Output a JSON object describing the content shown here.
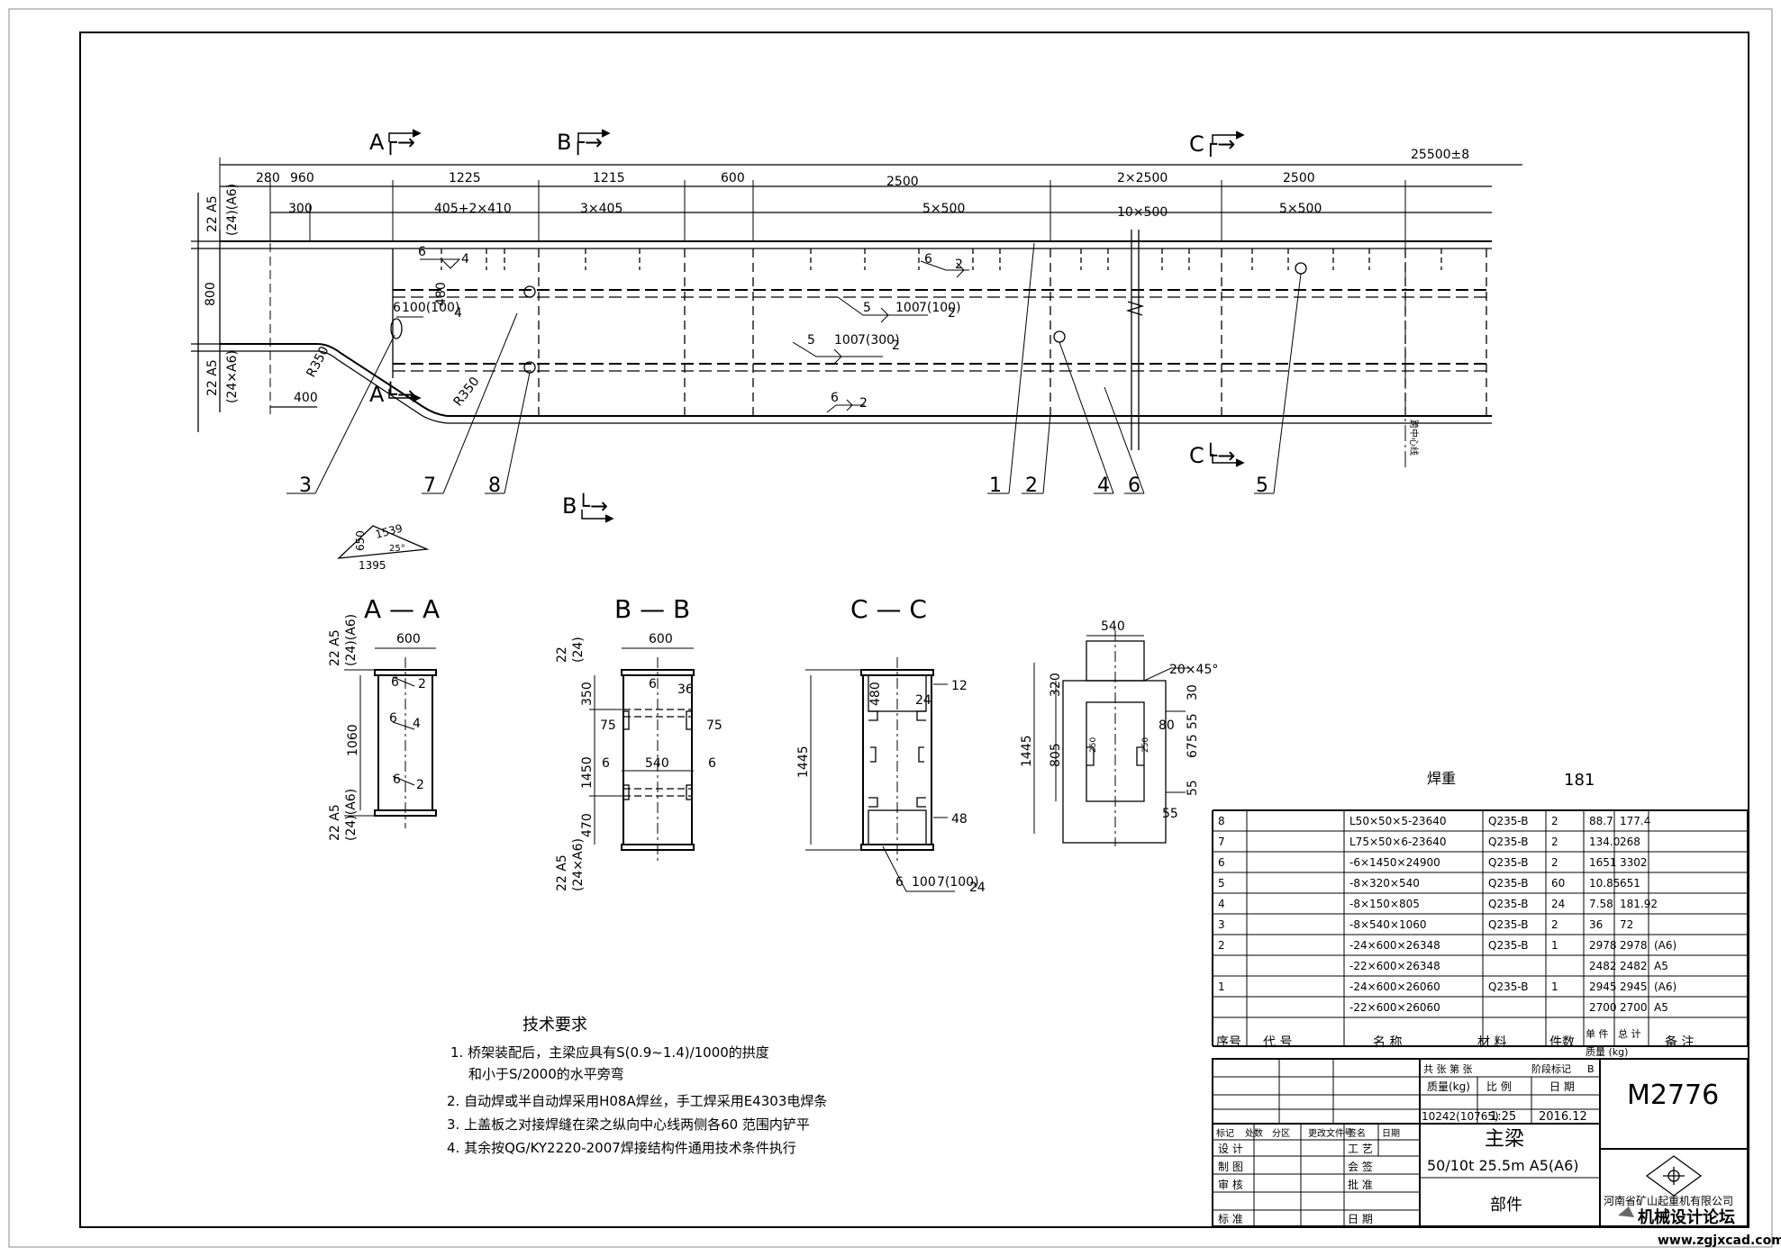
{
  "elevation": {
    "overall": "25500±8",
    "section_marks": [
      "A┌→",
      "B┌→",
      "C┌→",
      "A└→",
      "B└→",
      "C└→"
    ],
    "dims_top": [
      "280",
      "960",
      "1225",
      "1215",
      "600",
      "2500",
      "2×2500",
      "2500"
    ],
    "dims_second": [
      "300",
      "405+2×410",
      "3×405",
      "5×500",
      "10×500",
      "5×500"
    ],
    "dims_left": [
      "22 A5",
      "(24)(A6)",
      "800",
      "22 A5",
      "(24×A6)"
    ],
    "dims_bottom": [
      "400",
      "R350",
      "R350",
      "480"
    ],
    "welds": [
      "6",
      "4",
      "6",
      "2",
      "5",
      "100",
      "7(100)",
      "2",
      "5",
      "100",
      "7(300)",
      "2",
      "6",
      "2",
      "6",
      "100(100)",
      "4"
    ],
    "part_refs": [
      "3",
      "7",
      "8",
      "1",
      "2",
      "4",
      "6",
      "5"
    ],
    "centerline_note": "跨中心线",
    "slope": [
      "650",
      "1539",
      "1395",
      "25°"
    ]
  },
  "sections": {
    "aa": {
      "title": "A — A",
      "dims": [
        "600",
        "1060",
        "22 A5",
        "(24)(A6)",
        "22 A5",
        "(24)(A6)"
      ],
      "welds": [
        "6",
        "2",
        "6",
        "4",
        "6",
        "2"
      ]
    },
    "bb": {
      "title": "B — B",
      "dims": [
        "600",
        "350",
        "1450",
        "470",
        "540",
        "75",
        "75",
        "6",
        "6",
        "22",
        "(24)",
        "22 A5",
        "(24×A6)"
      ],
      "welds": [
        "6",
        "36"
      ]
    },
    "cc": {
      "title": "C — C",
      "dims": [
        "1445",
        "480",
        "12",
        "24",
        "48",
        "24"
      ],
      "welds": [
        "6",
        "100",
        "7(100)"
      ]
    },
    "detail": {
      "dims": [
        "540",
        "320",
        "1445",
        "805",
        "20×45°",
        "30",
        "80",
        "55",
        "675",
        "55",
        "55",
        "250",
        "250"
      ]
    }
  },
  "notes": {
    "title": "技术要求",
    "items": [
      "1. 桥架装配后，主梁应具有S(0.9~1.4)/1000的拱度",
      "和小于S/2000的水平旁弯",
      "2. 自动焊或半自动焊采用H08A焊丝，手工焊采用E4303电焊条",
      "3. 上盖板之对接焊缝在梁之纵向中心线两侧各60    范围内铲平",
      "4. 其余按QG/KY2220-2007焊接结构件通用技术条件执行"
    ]
  },
  "bom": {
    "weld_weight_label": "焊重",
    "weld_weight_value": "181",
    "rows": [
      {
        "no": "8",
        "code": "",
        "name": "L50×50×5-23640",
        "material": "Q235-B",
        "qty": "2",
        "unit": "88.7",
        "total": "177.4",
        "note": ""
      },
      {
        "no": "7",
        "code": "",
        "name": "L75×50×6-23640",
        "material": "Q235-B",
        "qty": "2",
        "unit": "134.0",
        "total": "268",
        "note": ""
      },
      {
        "no": "6",
        "code": "",
        "name": "-6×1450×24900",
        "material": "Q235-B",
        "qty": "2",
        "unit": "1651",
        "total": "3302",
        "note": ""
      },
      {
        "no": "5",
        "code": "",
        "name": "-8×320×540",
        "material": "Q235-B",
        "qty": "60",
        "unit": "10.85",
        "total": "651",
        "note": ""
      },
      {
        "no": "4",
        "code": "",
        "name": "-8×150×805",
        "material": "Q235-B",
        "qty": "24",
        "unit": "7.58",
        "total": "181.92",
        "note": ""
      },
      {
        "no": "3",
        "code": "",
        "name": "-8×540×1060",
        "material": "Q235-B",
        "qty": "2",
        "unit": "36",
        "total": "72",
        "note": ""
      },
      {
        "no": "2",
        "code": "",
        "name": "-24×600×26348",
        "material": "Q235-B",
        "qty": "1",
        "unit": "2978",
        "total": "2978",
        "note": "(A6)"
      },
      {
        "no": "",
        "code": "",
        "name": "-22×600×26348",
        "material": "",
        "qty": "",
        "unit": "2482",
        "total": "2482",
        "note": "A5"
      },
      {
        "no": "1",
        "code": "",
        "name": "-24×600×26060",
        "material": "Q235-B",
        "qty": "1",
        "unit": "2945",
        "total": "2945",
        "note": "(A6)"
      },
      {
        "no": "",
        "code": "",
        "name": "-22×600×26060",
        "material": "",
        "qty": "",
        "unit": "2700",
        "total": "2700",
        "note": "A5"
      }
    ],
    "headers": {
      "no": "序号",
      "code": "代      号",
      "name": "名           称",
      "material": "材  料",
      "qty": "件数",
      "unit_top": "单 件",
      "total_top": "总 计",
      "weight_bottom": "质量   (kg)",
      "note": "备      注"
    }
  },
  "title_block": {
    "sheets": "共  张  第  张",
    "stage_mark": "阶段标记",
    "b": "B",
    "mass_label": "质量(kg)",
    "scale_label": "比  例",
    "date_label": "日  期",
    "mass": "10242(10765)",
    "scale": "1:25",
    "date": "2016.12",
    "drawing_no": "M2776",
    "name": "主梁",
    "spec": "50/10t  25.5m  A5(A6)",
    "type": "部件",
    "company": "河南省矿山起重机有限公司",
    "row_labels": [
      "标记",
      "处数",
      "分区",
      "更改文件号",
      "签名",
      "日期"
    ],
    "roles": [
      "设 计",
      "制 图",
      "审 核",
      "标 准"
    ],
    "roles2": [
      "工 艺",
      "会 签",
      "批 准",
      "日 期"
    ]
  },
  "watermark": "机械设计论坛",
  "watermark_url": "www.zgjxcad.com"
}
